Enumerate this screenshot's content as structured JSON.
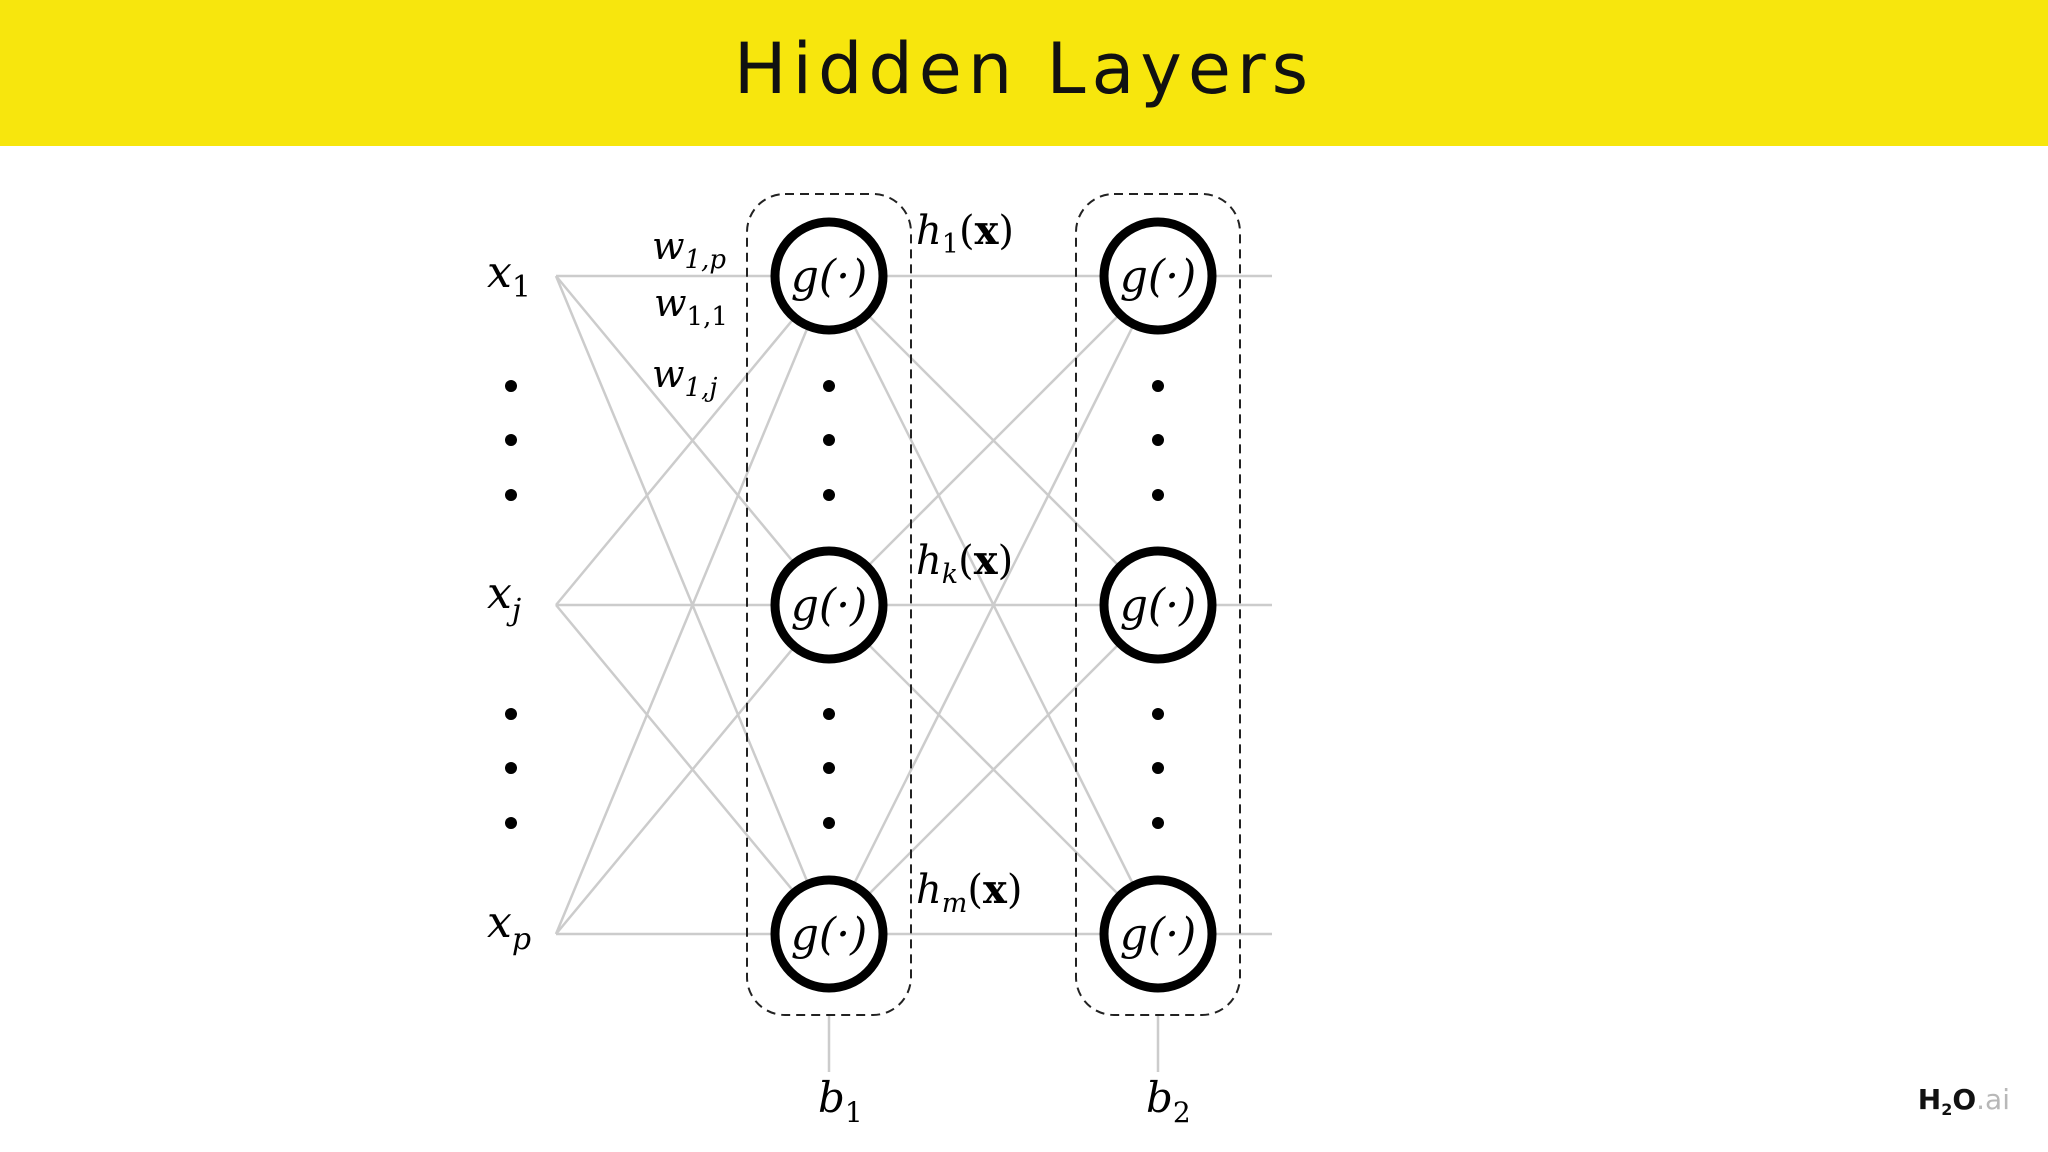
{
  "slide": {
    "title": "Hidden Layers"
  },
  "diagram": {
    "inputs": [
      {
        "base": "x",
        "sub": "1"
      },
      {
        "base": "x",
        "sub": "j"
      },
      {
        "base": "x",
        "sub": "p"
      }
    ],
    "weights": [
      {
        "base": "w",
        "sub": "1,p"
      },
      {
        "base": "w",
        "sub": "1,1"
      },
      {
        "base": "w",
        "sub": "1,j"
      }
    ],
    "node_label": "g(·)",
    "hidden_outputs": [
      {
        "base": "h",
        "sub": "1",
        "arg": "x"
      },
      {
        "base": "h",
        "sub": "k",
        "arg": "x"
      },
      {
        "base": "h",
        "sub": "m",
        "arg": "x"
      }
    ],
    "biases": [
      {
        "base": "b",
        "sub": "1"
      },
      {
        "base": "b",
        "sub": "2"
      }
    ]
  },
  "logo": {
    "main": "H",
    "sub": "2",
    "main2": "O",
    "suffix": ".ai"
  },
  "colors": {
    "title_bar": "#f7e60d",
    "edge": "#cccccc",
    "node_stroke": "#000000"
  }
}
